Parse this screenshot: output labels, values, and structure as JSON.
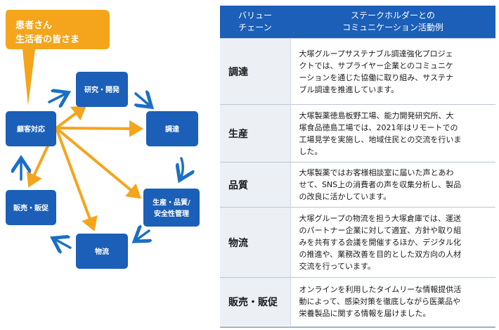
{
  "colors": {
    "node_fill": "#1b5fb8",
    "cycle_arrow": "#1b6fc4",
    "radial_arrow": "#f4a51c",
    "callout_fill": "#f4a51c",
    "header_fill": "#1b5fb8",
    "category_fill": "#ecf0f5"
  },
  "diagram": {
    "callout": {
      "line1": "患者さん",
      "line2": "生活者の皆さま"
    },
    "nodes": {
      "kokyaku": "顧客対応",
      "kenkyu": "研究・開発",
      "chotatsu": "調達",
      "seisan_line1": "生産・品質/",
      "seisan_line2": "安全性管理",
      "butsuryu": "物流",
      "hanbai": "販売・販促"
    }
  },
  "table": {
    "header": {
      "col1_line1": "バリュー",
      "col1_line2": "チェーン",
      "col2_line1": "ステークホルダーとの",
      "col2_line2": "コミュニケーション活動例"
    },
    "rows": [
      {
        "category": "調達",
        "lines": [
          "大塚グループサステナブル調達強化プロジェ",
          "クトでは、サプライヤー企業とのコミュニケ",
          "ーションを通じた協働に取り組み、サステナ",
          "ブル調達を推進しています。"
        ]
      },
      {
        "category": "生産",
        "lines": [
          "大塚製薬徳島板野工場、能力開発研究所、大",
          "塚食品徳島工場では、2021年はリモートでの",
          "工場見学を実施し、地域住民との交流を行いま",
          "した。"
        ]
      },
      {
        "category": "品質",
        "lines": [
          "大塚製薬ではお客様相談室に届いた声とあわ",
          "せて、SNS上の消費者の声を収集分析し、製品",
          "の改良に活かしています。"
        ]
      },
      {
        "category": "物流",
        "lines": [
          "大塚グループの物流を担う大塚倉庫では、運送",
          "のパートナー企業に対して適宜、方針や取り組",
          "みを共有する会議を開催するほか、デジタル化",
          "の推進や、業務改善を目的とした双方向の人材",
          "交流を行っています。"
        ]
      },
      {
        "category": "販売・販促",
        "lines": [
          "オンラインを利用したタイムリーな情報提供活",
          "動によって、感染対策を徹底しながら医薬品や",
          "栄養製品に関する情報を届けました。"
        ]
      }
    ]
  }
}
